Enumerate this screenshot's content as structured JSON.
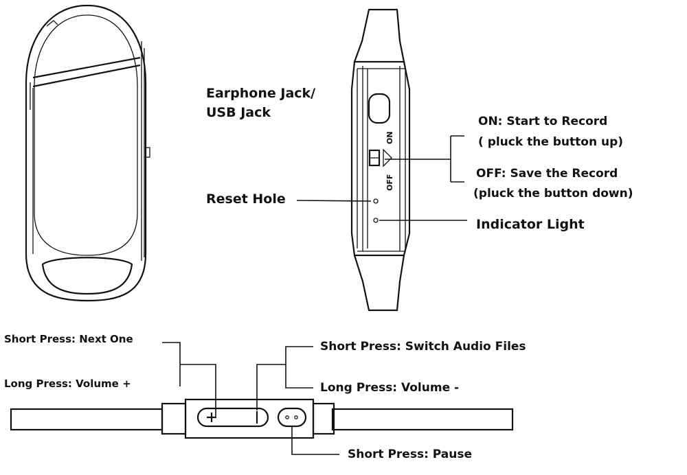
{
  "labels": {
    "earphone_jack": "Earphone Jack/",
    "usb_jack": "USB Jack",
    "on_line1": "ON: Start to Record",
    "on_line2": "( pluck the button up)",
    "off_line1": "OFF: Save the Record",
    "off_line2": "(pluck the button down)",
    "reset_hole": "Reset Hole",
    "indicator_light": "Indicator Light",
    "switch_on": "ON",
    "switch_off": "OFF",
    "next_one": "Short Press: Next One",
    "volume_up": "Long Press: Volume +",
    "switch_audio": "Short Press: Switch Audio Files",
    "volume_down": "Long Press: Volume -",
    "pause": "Short Press: Pause"
  }
}
